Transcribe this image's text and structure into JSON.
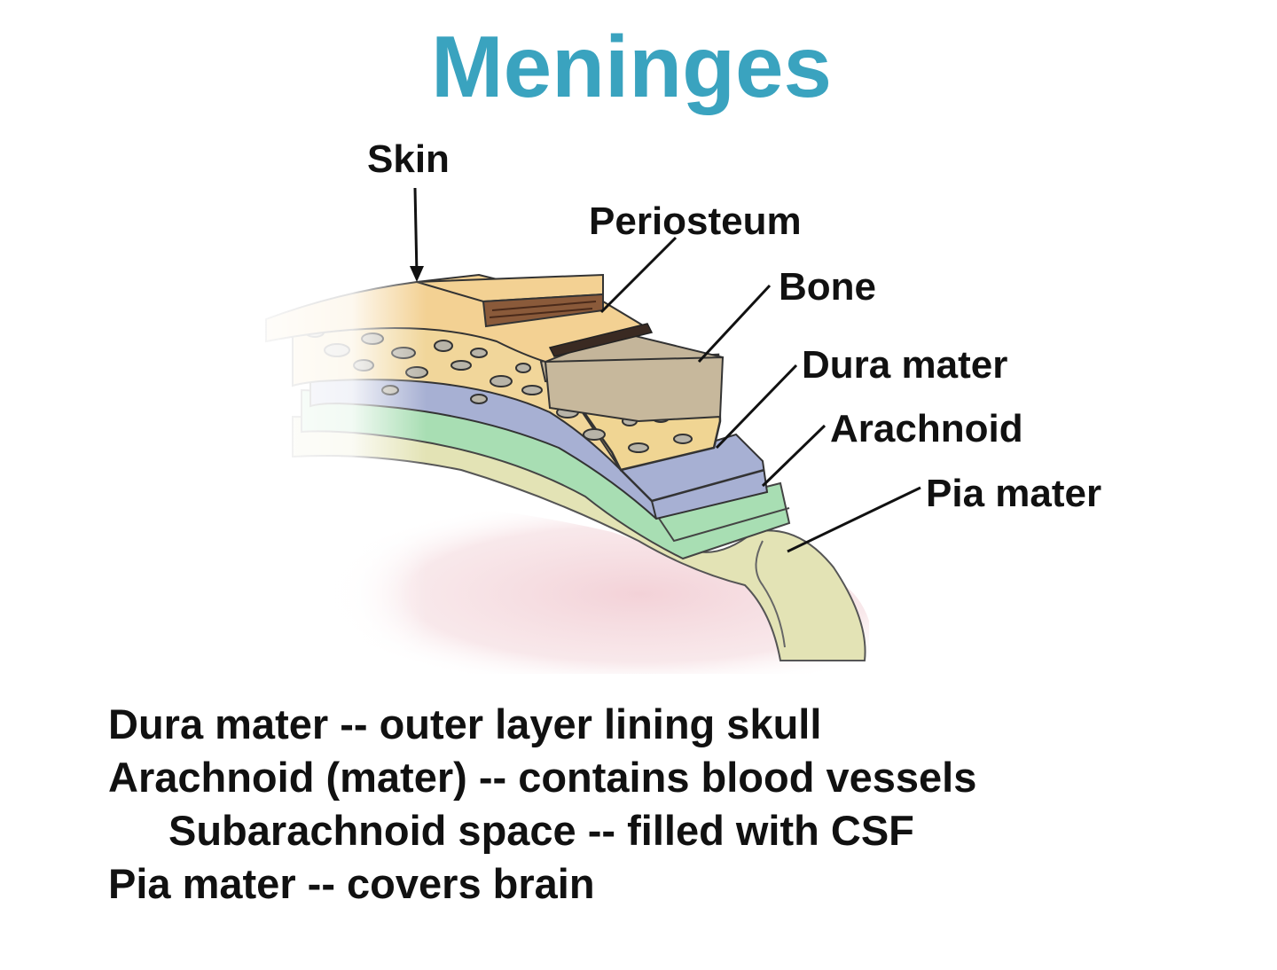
{
  "title": "Meninges",
  "labels": {
    "skin": "Skin",
    "periosteum": "Periosteum",
    "bone": "Bone",
    "dura": "Dura mater",
    "arachnoid": "Arachnoid",
    "pia": "Pia mater"
  },
  "notes": [
    "Dura mater -- outer layer lining skull",
    "Arachnoid (mater) -- contains blood vessels",
    "Subarachnoid space -- filled with CSF",
    "Pia mater -- covers brain"
  ],
  "colors": {
    "title": "#3aa3bf",
    "skin": "#f3d193",
    "bone": "#f1d69a",
    "periosteum": "#c4b59a",
    "dura": "#a7b0d3",
    "arachnoid": "#a8deb3",
    "pia": "#e3e3b5",
    "brain": "#f6dde0",
    "text": "#111111"
  }
}
